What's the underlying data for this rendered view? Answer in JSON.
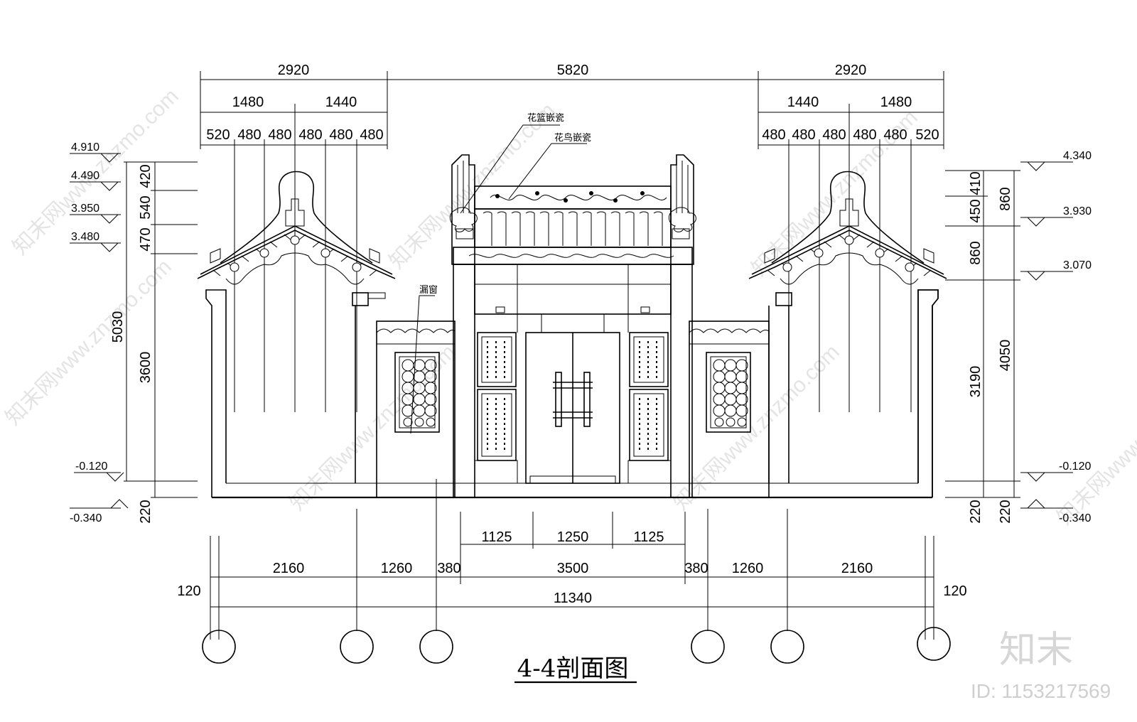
{
  "top_dims": {
    "row1": [
      "2920",
      "5820",
      "2920"
    ],
    "row2": [
      "1480",
      "1440",
      "1440",
      "1480"
    ],
    "row3": [
      "520",
      "480",
      "480",
      "480",
      "480",
      "480",
      "480",
      "480",
      "480",
      "480",
      "480",
      "520"
    ]
  },
  "left_levels": [
    "4.910",
    "4.490",
    "3.950",
    "3.480",
    "-0.120",
    "-0.340"
  ],
  "left_dims_inner": [
    "420",
    "540",
    "470",
    "3600",
    "220"
  ],
  "left_dim_outer": "5030",
  "right_levels": [
    "4.340",
    "3.930",
    "3.070",
    "-0.120",
    "-0.340"
  ],
  "right_dims_inner": [
    "410",
    "450",
    "860",
    "3190",
    "220"
  ],
  "right_dims_outer": [
    "860",
    "4050",
    "220"
  ],
  "bottom_dims": {
    "door": [
      "1125",
      "1250",
      "1125"
    ],
    "main": [
      "2160",
      "1260",
      "380",
      "3500",
      "380",
      "1260",
      "2160"
    ],
    "edges": [
      "120",
      "120"
    ],
    "total": "11340"
  },
  "annotations": {
    "flower_basket": "花篮嵌瓷",
    "flower_bird": "花鸟嵌瓷",
    "lattice_window": "漏窗"
  },
  "drawing_title": "4-4剖面图",
  "logo_text": "知末",
  "image_id": "ID: 1153217569",
  "watermark_text": "知末网www.znzmo.com"
}
